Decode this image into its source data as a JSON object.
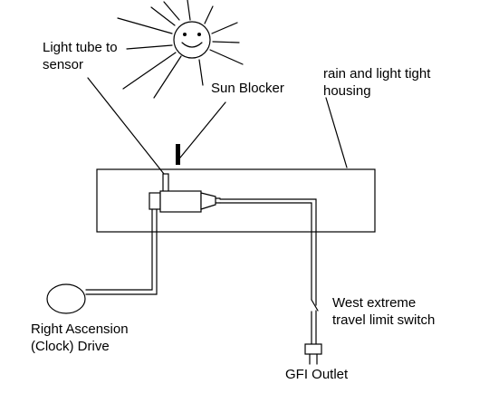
{
  "labels": {
    "light_tube": [
      "Light tube to",
      "sensor"
    ],
    "sun_blocker": "Sun Blocker",
    "housing": [
      "rain and light tight",
      "housing"
    ],
    "ra_drive": [
      "Right Ascension",
      "(Clock) Drive"
    ],
    "west_switch": [
      "West extreme",
      "travel limit switch"
    ],
    "gfi_outlet": "GFI Outlet"
  },
  "colors": {
    "ink": "#000000",
    "background": "#ffffff"
  }
}
